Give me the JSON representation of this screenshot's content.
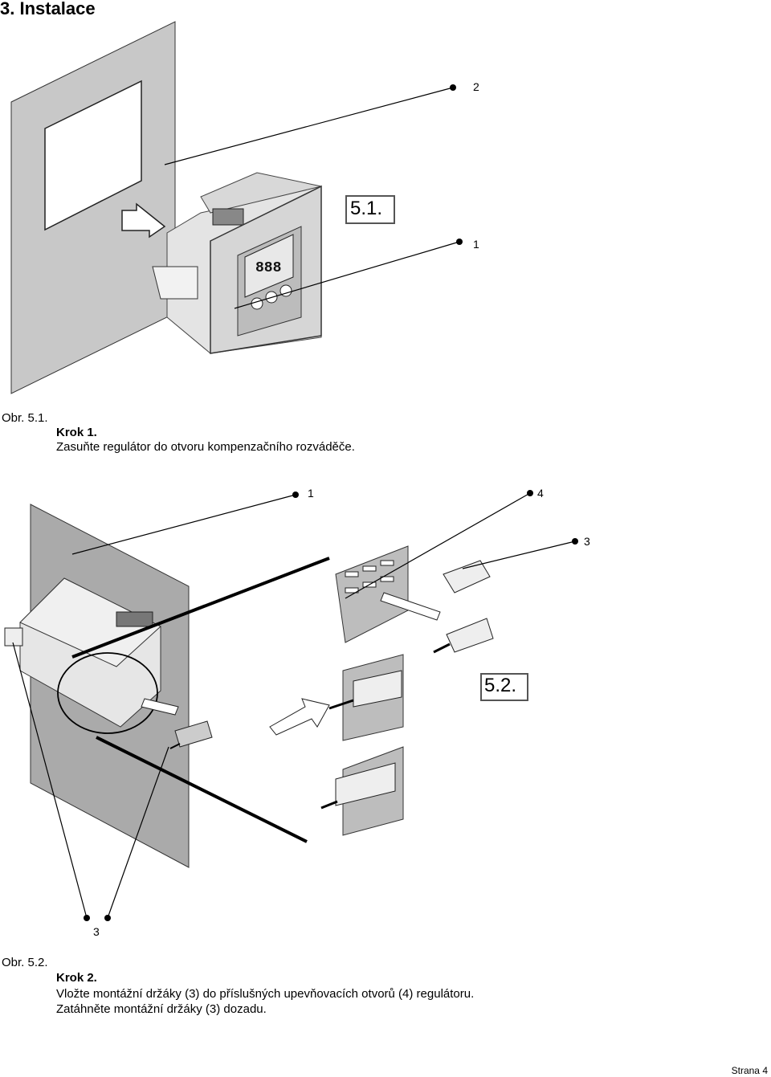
{
  "page": {
    "title": "3. Instalace",
    "footer": "Strana 4"
  },
  "figure1": {
    "label": "5.1.",
    "callouts": [
      "2",
      "1"
    ],
    "caption": "Obr. 5.1.",
    "step": "Krok 1.",
    "text": "Zasuňte regulátor do otvoru kompenzačního rozváděče."
  },
  "figure2": {
    "label": "5.2.",
    "callouts": [
      "1",
      "4",
      "3",
      "3"
    ],
    "caption": "Obr. 5.2.",
    "step": "Krok 2.",
    "line1": "Vložte montážní držáky (3) do příslušných upevňovacích otvorů (4) regulátoru.",
    "line2": "Zatáhněte montážní držáky (3) dozadu."
  },
  "colors": {
    "panel": "#c8c8c8",
    "panel_dark": "#9a9a9a",
    "device": "#e6e6e6",
    "line": "#000000"
  }
}
